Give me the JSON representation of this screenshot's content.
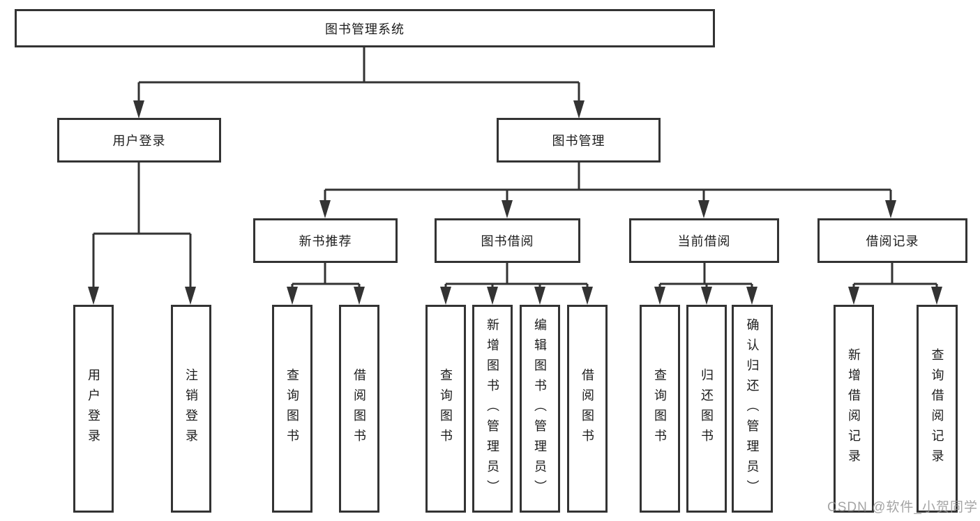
{
  "colors": {
    "line": "#333333",
    "box_border": "#333333",
    "box_fill": "#ffffff",
    "text": "#1c1c1c",
    "watermark": "#949494"
  },
  "watermark": {
    "text": "CSDN @软件_小贺同学"
  },
  "tree": {
    "root": {
      "label": "图书管理系统",
      "children": [
        {
          "label": "用户登录",
          "children": [
            {
              "label": "用户登录"
            },
            {
              "label": "注销登录"
            }
          ]
        },
        {
          "label": "图书管理",
          "children": [
            {
              "label": "新书推荐",
              "children": [
                {
                  "label": "查询图书"
                },
                {
                  "label": "借阅图书"
                }
              ]
            },
            {
              "label": "图书借阅",
              "children": [
                {
                  "label": "查询图书"
                },
                {
                  "label": "新增图书（管理员）"
                },
                {
                  "label": "编辑图书（管理员）"
                },
                {
                  "label": "借阅图书"
                }
              ]
            },
            {
              "label": "当前借阅",
              "children": [
                {
                  "label": "查询图书"
                },
                {
                  "label": "归还图书"
                },
                {
                  "label": "确认归还（管理员）"
                }
              ]
            },
            {
              "label": "借阅记录",
              "children": [
                {
                  "label": "新增借阅记录"
                },
                {
                  "label": "查询借阅记录"
                }
              ]
            }
          ]
        }
      ]
    }
  }
}
